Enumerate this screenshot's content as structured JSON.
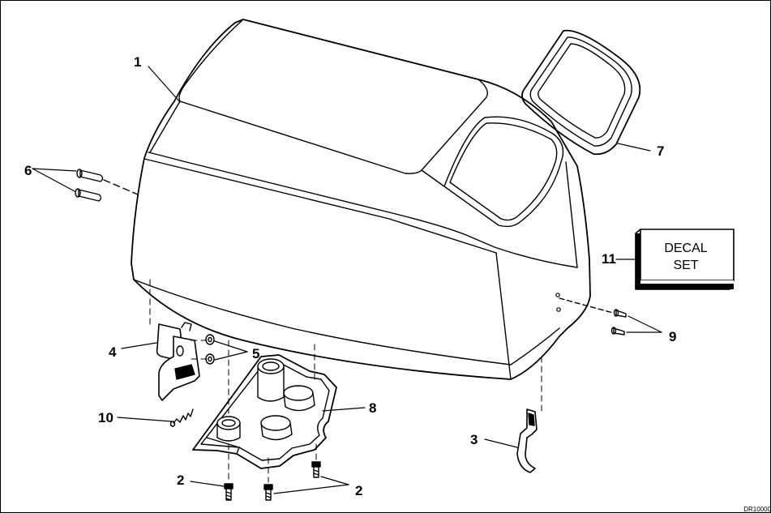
{
  "callouts": {
    "c1": "1",
    "c2a": "2",
    "c2b": "2",
    "c3": "3",
    "c4": "4",
    "c5": "5",
    "c6": "6",
    "c7": "7",
    "c8": "8",
    "c9": "9",
    "c10": "10",
    "c11": "11"
  },
  "decal": {
    "line1": "DECAL",
    "line2": "SET"
  },
  "corner_code": "DR10000"
}
